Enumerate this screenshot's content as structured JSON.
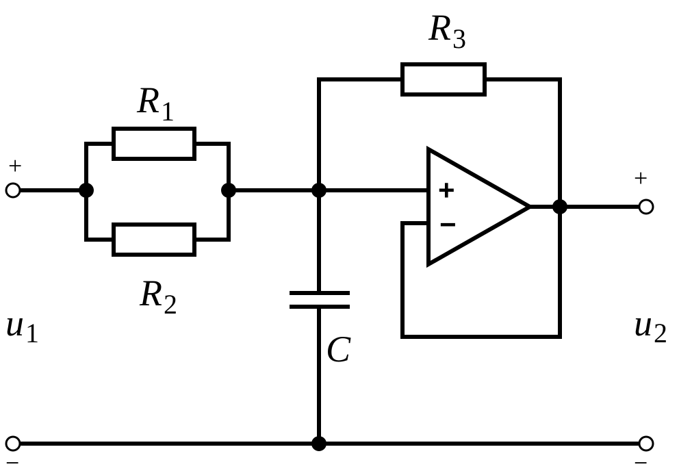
{
  "labels": {
    "r1": {
      "main": "R",
      "sub": "1"
    },
    "r2": {
      "main": "R",
      "sub": "2"
    },
    "r3": {
      "main": "R",
      "sub": "3"
    },
    "c": "C",
    "u1": {
      "main": "u",
      "sub": "1"
    },
    "u2": {
      "main": "u",
      "sub": "2"
    }
  },
  "signs": {
    "input_plus": "+",
    "input_minus": "−",
    "output_plus": "+",
    "output_minus": "−"
  },
  "opamp": {
    "noninverting": "+",
    "inverting": "−"
  }
}
